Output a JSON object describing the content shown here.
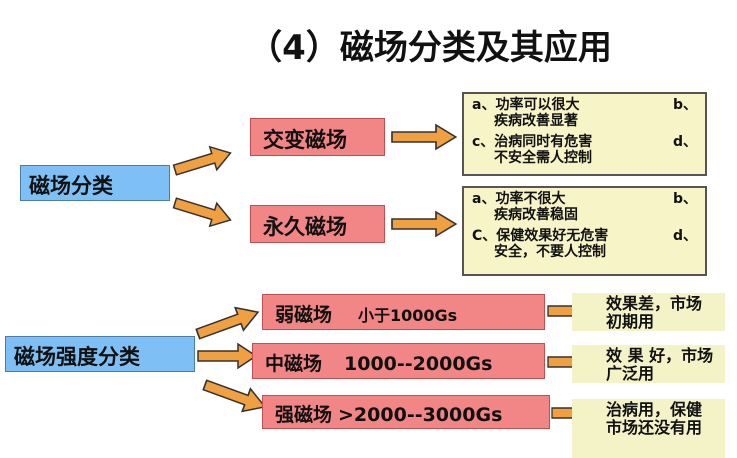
{
  "title": "（4）磁场分类及其应用",
  "classification": {
    "label": "磁场分类",
    "types": [
      {
        "label": "交变磁场",
        "a": "a、功率可以很大",
        "a2": "疾病改善显著",
        "b": "b、",
        "c": "c、治病同时有危害",
        "c2": "不安全需人控制",
        "d": "d、"
      },
      {
        "label": "永久磁场",
        "a": "a、功率不很大",
        "a2": "疾病改善稳固",
        "b": "b、",
        "c": "C、保健效果好无危害",
        "c2": "安全，不要人控制",
        "d": "d、"
      }
    ]
  },
  "strength": {
    "label": "磁场强度分类",
    "levels": [
      {
        "label": "弱磁场",
        "range": "小于1000Gs",
        "note": "效果差，市场初期用"
      },
      {
        "label": "中磁场",
        "range": "1000--2000Gs",
        "note": "效 果 好，市场广泛用"
      },
      {
        "label": "强磁场",
        "range": ">2000--3000Gs",
        "note": "治病用，保健市场还没有用"
      }
    ]
  },
  "colors": {
    "arrow": "#f0a040",
    "blue": "#7ec0f5",
    "pink": "#f28585",
    "yellow": "#f7f4c8"
  }
}
